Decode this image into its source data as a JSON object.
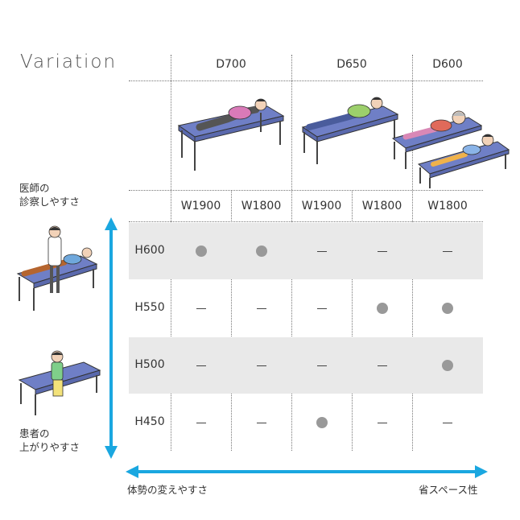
{
  "title": "Variation",
  "depths": [
    "D700",
    "D650",
    "D600"
  ],
  "widths": [
    "W1900",
    "W1800",
    "W1900",
    "W1800",
    "W1800"
  ],
  "heights": [
    "H600",
    "H550",
    "H500",
    "H450"
  ],
  "availability": [
    [
      true,
      true,
      false,
      false,
      false
    ],
    [
      false,
      false,
      false,
      true,
      true
    ],
    [
      false,
      false,
      false,
      false,
      true
    ],
    [
      false,
      false,
      true,
      false,
      false
    ]
  ],
  "left_top_label": [
    "医師の",
    "診察しやすさ"
  ],
  "left_bottom_label": [
    "患者の",
    "上がりやすさ"
  ],
  "bottom_left_label": "体勢の変えやすさ",
  "bottom_right_label": "省スペース性",
  "colors": {
    "arrow": "#1aa7e0",
    "band": "#e9e9e9",
    "dot": "#999999",
    "bed": "#6f7fc6"
  }
}
